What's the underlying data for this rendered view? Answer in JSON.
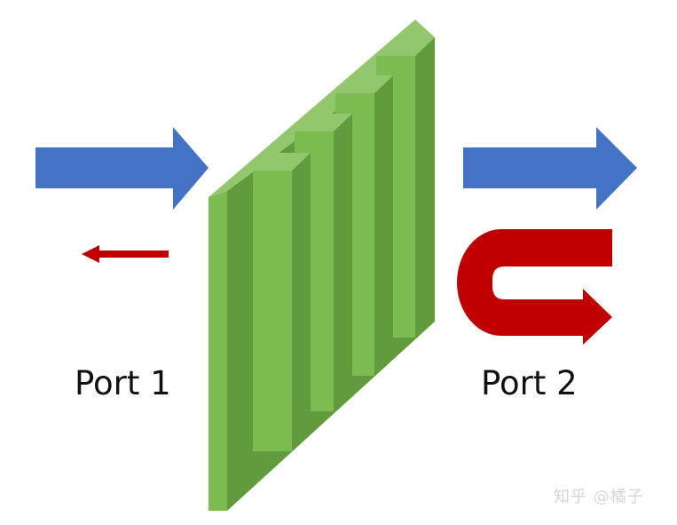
{
  "labels": {
    "port1": "Port 1",
    "port2": "Port 2"
  },
  "watermark": "知乎 @橘子",
  "colors": {
    "incident_arrow": "#4472c4",
    "reflected_arrow": "#c00000",
    "structure_light": "#7bbb51",
    "structure_dark": "#629a3e",
    "structure_top": "#93c76d"
  },
  "arrows": {
    "port1": [
      "incident-arrow-right",
      "reflected-arrow-left-small"
    ],
    "port2": [
      "transmitted-arrow-right",
      "u-turn-arrow"
    ]
  }
}
